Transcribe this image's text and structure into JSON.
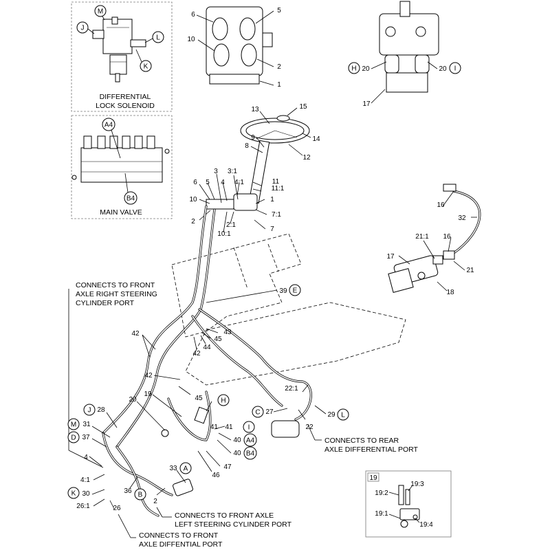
{
  "insets": {
    "solenoid": {
      "caption_line1": "DIFFERENTIAL",
      "caption_line2": "LOCK SOLENOID"
    },
    "main_valve": {
      "caption": "MAIN VALVE"
    },
    "detail_19": {
      "title": "19"
    }
  },
  "notes": {
    "right_steering": [
      "CONNECTS TO FRONT",
      "AXLE RIGHT STEERING",
      "CYLINDER PORT"
    ],
    "rear_diff": [
      "CONNECTS TO REAR",
      "AXLE DIFFERENTIAL PORT"
    ],
    "left_steering": [
      "CONNECTS TO FRONT AXLE",
      "LEFT STEERING CYLINDER PORT"
    ],
    "front_diff": [
      "CONNECTS TO FRONT",
      "AXLE DIFFENTIAL PORT"
    ]
  },
  "callouts": {
    "M": "M",
    "J": "J",
    "L": "L",
    "K": "K",
    "A4": "A4",
    "B4": "B4",
    "H": "H",
    "I": "I",
    "E": "E",
    "C": "C",
    "A": "A",
    "B": "B",
    "D": "D"
  },
  "labels": {
    "n6_top": "6",
    "n5_top": "5",
    "n10_top": "10",
    "n2_top": "2",
    "n1_top": "1",
    "n20_left": "20",
    "n20_right": "20",
    "n17_top": "17",
    "n13": "13",
    "n15": "15",
    "n14": "14",
    "n9": "9",
    "n8": "8",
    "n12": "12",
    "n3": "3",
    "n3_1": "3:1",
    "n11": "11",
    "n11_1": "11:1",
    "n6": "6",
    "n5": "5",
    "n4": "4",
    "n4_1": "4:1",
    "n10": "10",
    "n2": "2",
    "n1": "1",
    "n7_1": "7:1",
    "n2_1": "2:1",
    "n10_1": "10:1",
    "n7": "7",
    "n16_a": "16",
    "n32": "32",
    "n21_1": "21:1",
    "n16_b": "16",
    "n17": "17",
    "n21": "21",
    "n18": "18",
    "n39": "39",
    "n42_a": "42",
    "n43": "43",
    "n45_a": "45",
    "n44": "44",
    "n42_b": "42",
    "n42_c": "42",
    "n19": "19",
    "n45_b": "45",
    "n20": "20",
    "n22_1": "22:1",
    "n27": "27",
    "n22": "22",
    "n29": "29",
    "n28": "28",
    "n31": "31",
    "n37": "37",
    "n41": "41",
    "n40_a": "40",
    "n40_b": "40",
    "n4_b": "4",
    "n47": "47",
    "n46": "46",
    "n33": "33",
    "n4_1b": "4:1",
    "n30": "30",
    "n36": "36",
    "n26_1": "26:1",
    "n26": "26",
    "n2_b": "2",
    "d19_2": "19:2",
    "d19_3": "19:3",
    "d19_1": "19:1",
    "d19_4": "19:4"
  }
}
